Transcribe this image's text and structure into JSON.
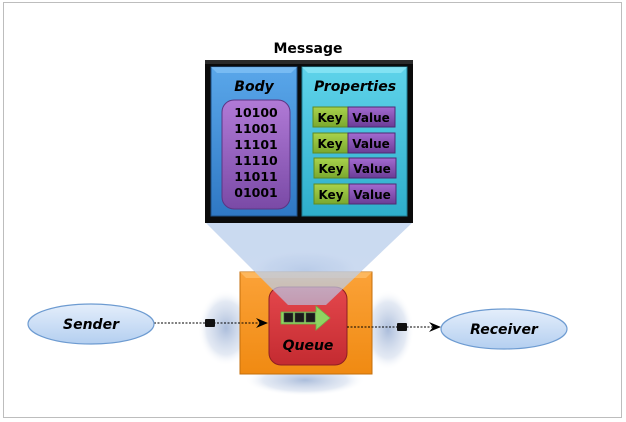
{
  "diagram": {
    "message": {
      "title": "Message",
      "body": {
        "label": "Body",
        "bits": [
          "10100",
          "11001",
          "11101",
          "11110",
          "11011",
          "01001"
        ]
      },
      "properties": {
        "label": "Properties",
        "pairs": [
          {
            "key": "Key",
            "value": "Value"
          },
          {
            "key": "Key",
            "value": "Value"
          },
          {
            "key": "Key",
            "value": "Value"
          },
          {
            "key": "Key",
            "value": "Value"
          }
        ]
      }
    },
    "queue": {
      "label": "Queue"
    },
    "sender": {
      "label": "Sender"
    },
    "receiver": {
      "label": "Receiver"
    },
    "colors": {
      "body_panel": "#3f8fd6",
      "properties_panel": "#3dbfd8",
      "bits_pill": "#8e5cb8",
      "key_cell": "#8fbf3a",
      "value_cell": "#7b4aa8",
      "queue_outer": "#f7941d",
      "queue_inner": "#d8363c",
      "endpoint_fill": "#c9dcf5",
      "endpoint_stroke": "#6d9bd1"
    }
  }
}
